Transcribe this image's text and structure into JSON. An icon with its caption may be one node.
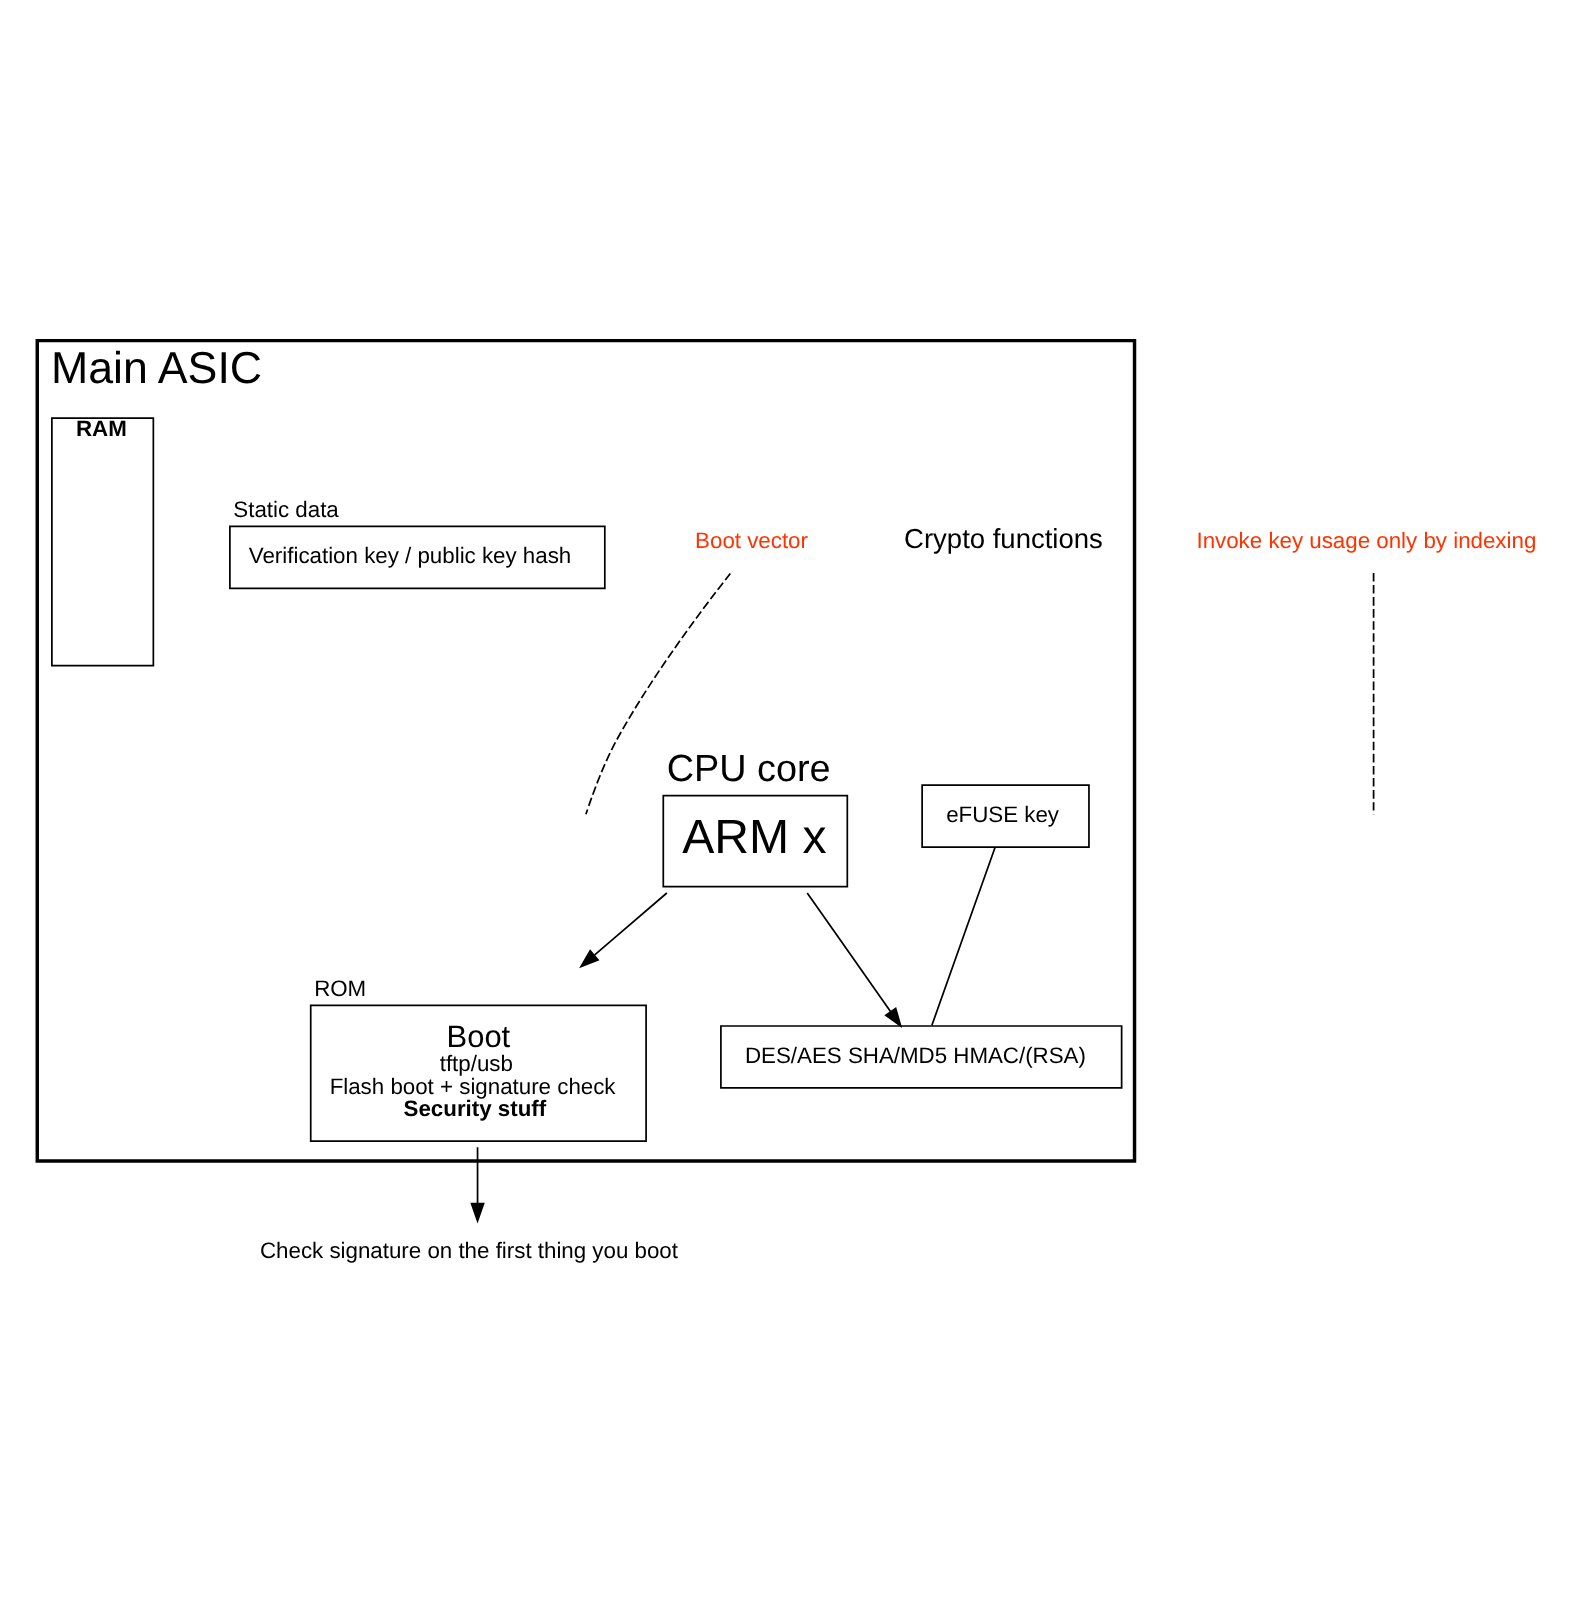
{
  "diagram": {
    "nodes": [
      {
        "text": [
          "Main ASIC"
        ]
      },
      {
        "text": [
          "Invoke key usage only by indexing"
        ]
      },
      {
        "text": [
          "eFUSE key"
        ],
        "in": 0
      },
      {
        "text": [
          "DES/AES SHA/MD5 HMAC/(RSA)"
        ],
        "in": 0
      },
      {
        "text": [
          "CPU core",
          "ARM x"
        ],
        "in": 0
      },
      {
        "text": [
          "ROM",
          "Boot",
          "tftp/usb",
          "Flash boot + signature check",
          "Security stuff"
        ],
        "in": 0
      },
      {
        "text": [
          "Boot vector"
        ],
        "in": 0
      },
      {
        "text": [
          "Static data",
          "Verification key / public key hash"
        ],
        "in": 0
      },
      {
        "text": [
          "RAM"
        ],
        "in": 0
      },
      {
        "text": [
          "Check signature on the first thing you boot"
        ]
      }
    ],
    "edges": [
      {
        "from": 2,
        "to": 3,
        "arrow": "none"
      },
      {
        "from": 4,
        "to": 3,
        "arrow": "to"
      },
      {
        "from": 4,
        "to": 5,
        "arrow": "to"
      },
      {
        "from": 5,
        "to": 9,
        "arrow": "to"
      },
      {
        "from": 1,
        "to": null,
        "arrow": "none",
        "style": "dashed"
      },
      {
        "from": 6,
        "to": null,
        "arrow": "none",
        "style": "dashed"
      }
    ],
    "labels": [
      "Crypto functions"
    ]
  }
}
